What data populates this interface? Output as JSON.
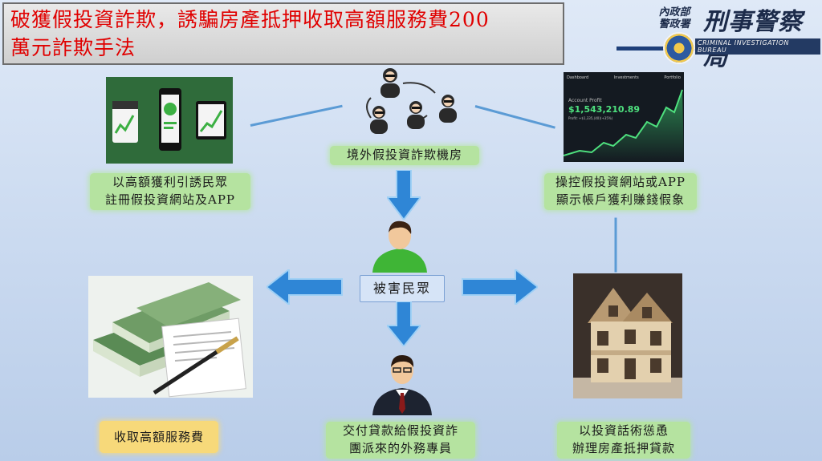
{
  "title": {
    "line1": "破獲假投資詐欺，誘騙房產抵押收取高額服務費200",
    "line2": "萬元詐欺手法"
  },
  "logo": {
    "org_line1": "內政部",
    "org_line2": "警政署",
    "bureau": "刑事警察局",
    "english": "CRIMINAL INVESTIGATION BUREAU"
  },
  "nodes": {
    "center_top": {
      "label": "境外假投資詐欺機房"
    },
    "left_top": {
      "line1": "以高額獲利引誘民眾",
      "line2": "註冊假投資網站及APP"
    },
    "right_top": {
      "line1": "操控假投資網站或APP",
      "line2": "顯示帳戶獲利賺錢假象"
    },
    "victim": {
      "label": "被害民眾"
    },
    "left_bottom": {
      "label": "收取高額服務費"
    },
    "center_bottom": {
      "line1": "交付貸款給假投資詐",
      "line2": "團派來的外務專員"
    },
    "right_bottom": {
      "line1": "以投資話術慫恿",
      "line2": "辦理房產抵押貸款"
    }
  },
  "dashboard": {
    "tabs": [
      "Dashboard",
      "Investments",
      "Portfolio"
    ],
    "caption": "Account Profit",
    "amount": "$1,543,210.89",
    "change": "Profit: +$1,335,(40)(+35%)"
  },
  "icons": {
    "phones": "mobile-app-growth-icon",
    "syndicate": "criminal-network-icon",
    "victim": "victim-person-icon",
    "money": "money-stack-contract-icon",
    "agent": "agent-in-suit-icon",
    "house": "house-model-icon"
  },
  "colors": {
    "title_text": "#e00000",
    "label_green": "#b5e3a0",
    "label_gold": "#f7d97a",
    "arrow_blue": "#2f86d6",
    "connector": "#5b9bd5"
  }
}
